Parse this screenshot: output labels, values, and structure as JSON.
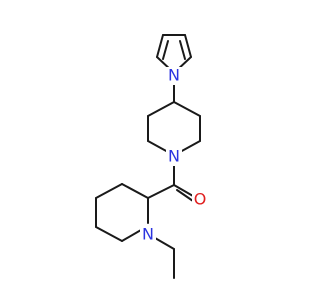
{
  "molecule": {
    "colors": {
      "bond": "#1a1a1a",
      "nitrogen": "#2b34e0",
      "oxygen": "#e01f1f"
    },
    "atoms": [
      {
        "id": "n_pyrrole",
        "label": "N",
        "element": "nitrogen"
      },
      {
        "id": "n_piperidine_top",
        "label": "N",
        "element": "nitrogen"
      },
      {
        "id": "o_carbonyl",
        "label": "O",
        "element": "oxygen"
      },
      {
        "id": "n_piperidine_bottom",
        "label": "N",
        "element": "nitrogen"
      }
    ]
  }
}
